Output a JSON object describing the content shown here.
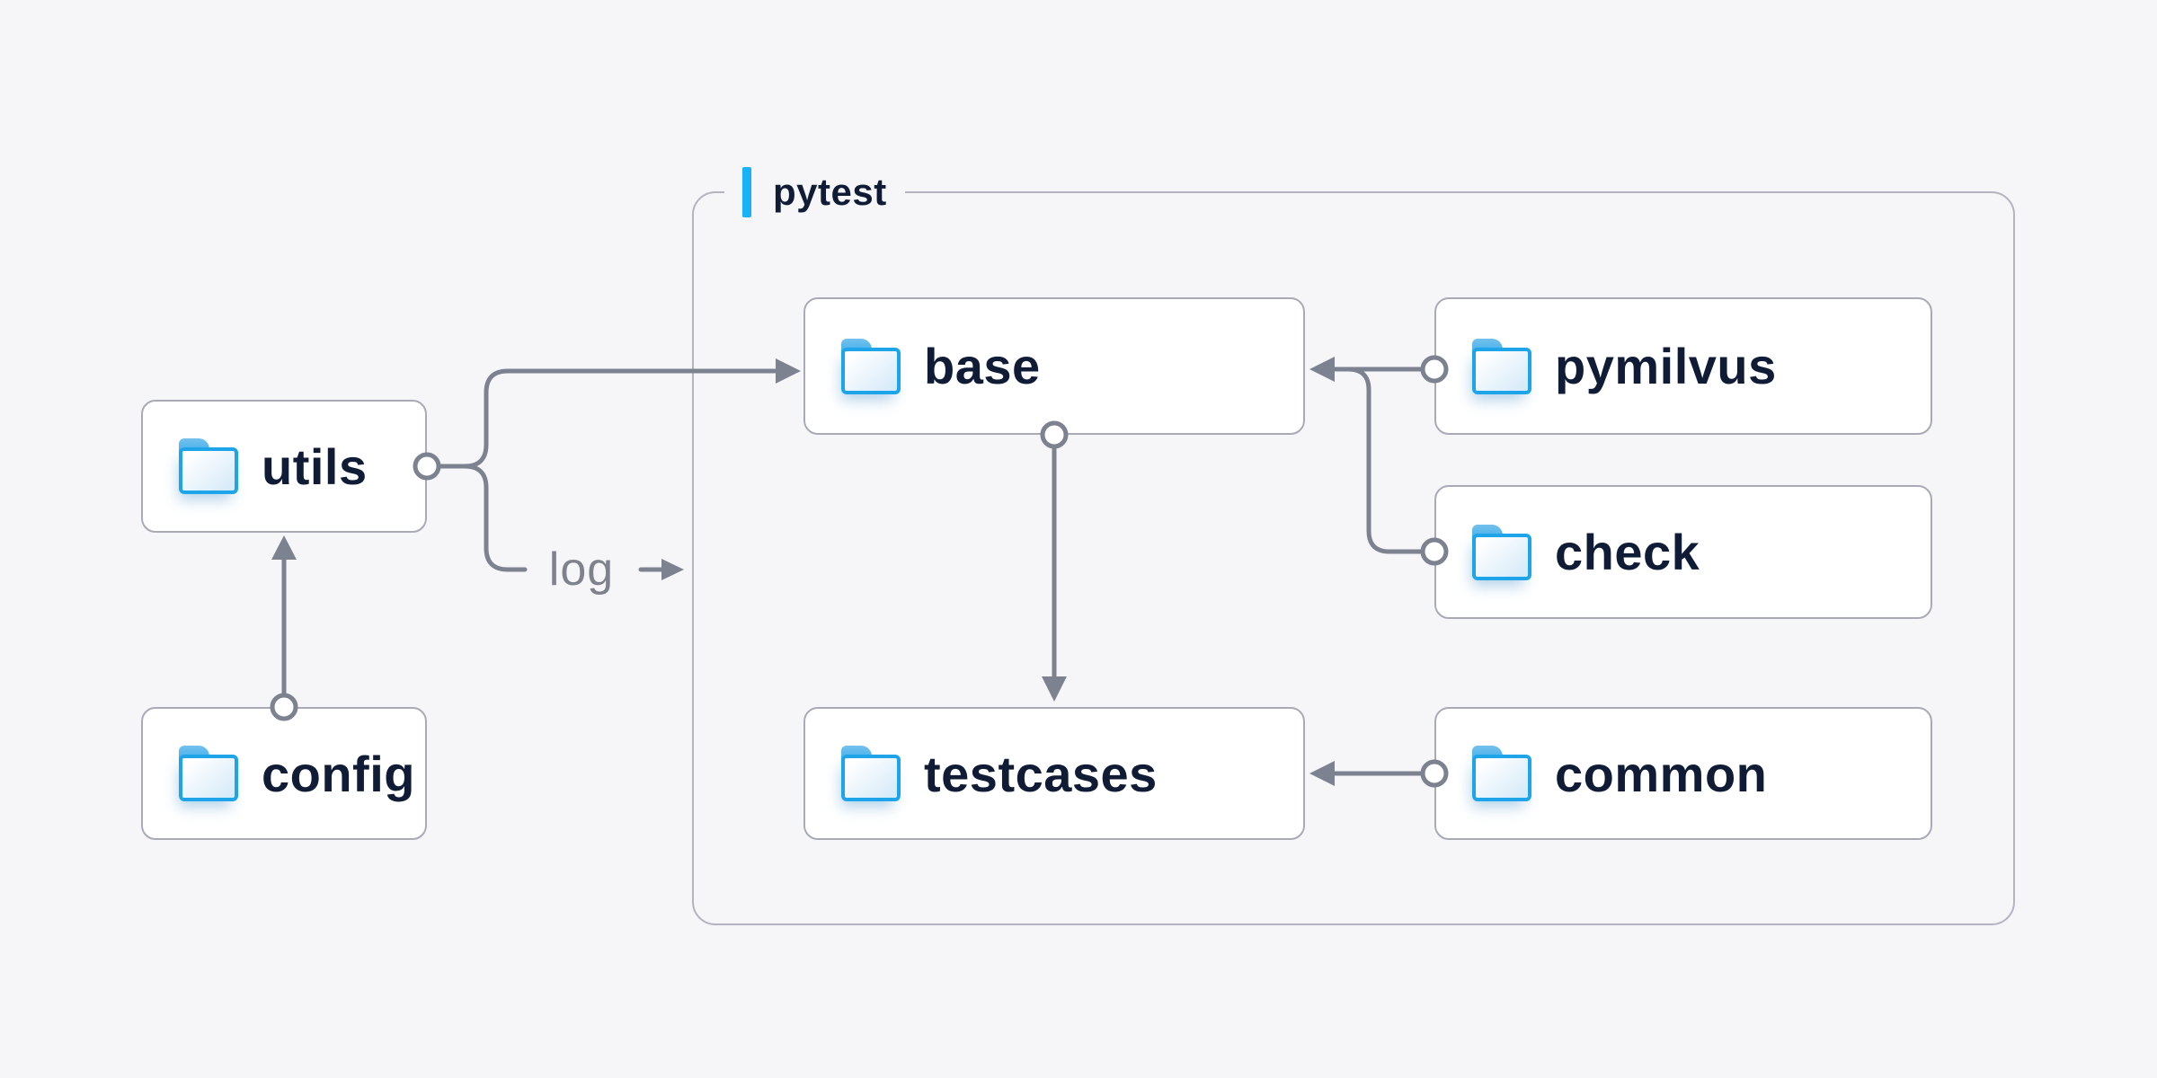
{
  "container": {
    "label": "pytest"
  },
  "nodes": {
    "utils": {
      "label": "utils"
    },
    "config": {
      "label": "config"
    },
    "base": {
      "label": "base"
    },
    "pymilvus": {
      "label": "pymilvus"
    },
    "check": {
      "label": "check"
    },
    "testcases": {
      "label": "testcases"
    },
    "common": {
      "label": "common"
    }
  },
  "edges": [
    {
      "from": "config",
      "to": "utils",
      "label": ""
    },
    {
      "from": "utils",
      "to": "base",
      "label": ""
    },
    {
      "from": "utils",
      "to": "pytest",
      "label": "log"
    },
    {
      "from": "pymilvus",
      "to": "base",
      "label": ""
    },
    {
      "from": "check",
      "to": "base",
      "label": ""
    },
    {
      "from": "base",
      "to": "testcases",
      "label": ""
    },
    {
      "from": "common",
      "to": "testcases",
      "label": ""
    }
  ],
  "icons": {
    "node_icon": "folder-icon"
  },
  "colors": {
    "background": "#f6f6f8",
    "box_background": "#ffffff",
    "box_border": "#a8aab6",
    "group_border": "#b3b4c0",
    "line": "#7d8290",
    "text": "#101c36",
    "muted_text": "#7f828d",
    "accent_blue": "#18b2f6",
    "folder_blue": "#1ea4e9"
  }
}
